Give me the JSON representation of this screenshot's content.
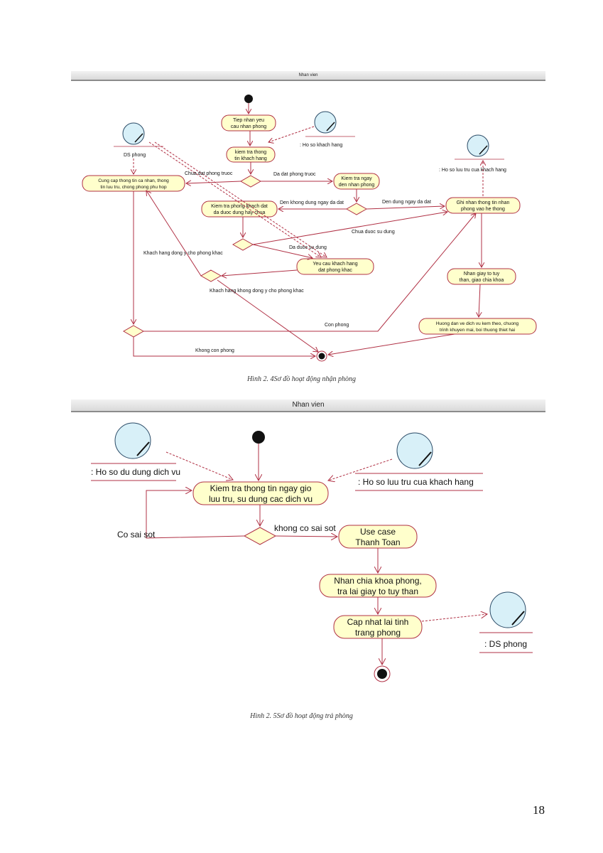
{
  "diagram1": {
    "swimlane": "Nhan vien",
    "entities": {
      "ds_phong": "DS phong",
      "ho_so_kh": ": Ho so khach hang",
      "ho_so_luu_tru": ": Ho so luu tru cua khach hang"
    },
    "activities": {
      "tiep_nhan": [
        "Tiep nhan yeu",
        "cau nhan phong"
      ],
      "kiem_tra_tt": [
        "kiem tra thong",
        "tin khach hang"
      ],
      "cung_cap": [
        "Cung cap thong tin ca nhan, thong",
        "tin luu tru, chong phong phu hop"
      ],
      "kiem_tra_ngay": [
        "Kiem tra ngay",
        "den nhan phong"
      ],
      "kiem_tra_phong": [
        "Kiem tra phong khach dat",
        "da duoc dung hay chua"
      ],
      "ghi_nhan": [
        "Ghi nhan thong tin nhan",
        "phong vao he thong"
      ],
      "yeu_cau": [
        "Yeu cau khach hang",
        "dat phong khac"
      ],
      "nhan_giay": [
        "Nhan giay to tuy",
        "than, giao chia khoa"
      ],
      "huong_dan": [
        "Huong dan ve dich vu kem theo, chuong",
        "trinh khuyen mai, boi thuong thiet hai"
      ]
    },
    "guards": {
      "chua_dat": "Chua dat phong truoc",
      "da_dat": "Da dat phong truoc",
      "den_khong_dung": "Den khong dung ngay da dat",
      "den_dung": "Den dung ngay da dat",
      "chua_duoc_sd": "Chua duoc su dung",
      "da_duoc_sd": "Da duoc su dung",
      "kh_dong_y": "Khach hang dong y cho phong khac",
      "kh_khong_dong_y": "Khach hang khong dong y cho phong khac",
      "con_phong": "Con phong",
      "khong_con_phong": "Khong con phong"
    },
    "caption": "Hình 2. 4Sơ đồ hoạt động nhận phòng"
  },
  "diagram2": {
    "swimlane": "Nhan vien",
    "entities": {
      "ho_so_dv": ": Ho so du dung dich vu",
      "ho_so_luu_tru": ": Ho so luu tru cua khach hang",
      "ds_phong": ": DS phong"
    },
    "activities": {
      "kiem_tra": [
        "Kiem tra thong tin ngay gio",
        "luu tru, su dung cac dich vu"
      ],
      "use_case": [
        "Use case",
        "Thanh Toan"
      ],
      "nhan_chia_khoa": [
        "Nhan chia khoa phong,",
        "tra lai giay to tuy than"
      ],
      "cap_nhat": [
        "Cap nhat lai tinh",
        "trang phong"
      ]
    },
    "guards": {
      "co_sai_sot": "Co sai sot",
      "khong_co_sai_sot": "khong co sai sot"
    },
    "caption": "Hình 2. 5Sơ đồ hoạt động trả phòng"
  },
  "page_number": "18"
}
